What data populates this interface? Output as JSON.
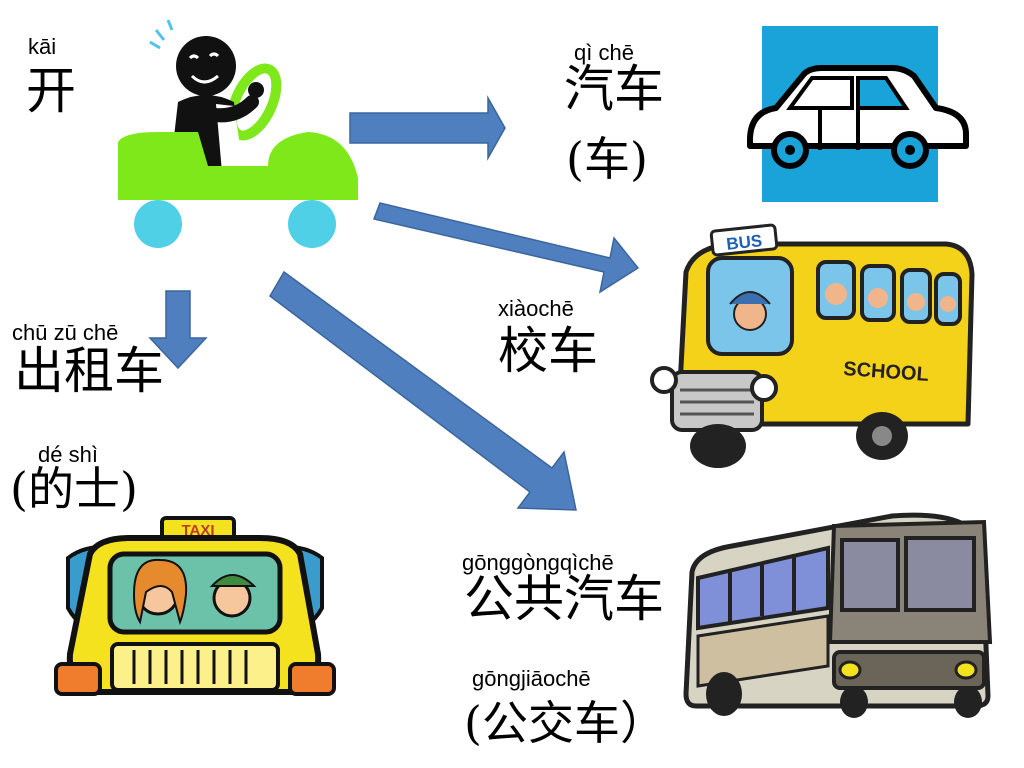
{
  "verb": {
    "pinyin": "kāi",
    "hanzi": "开"
  },
  "car": {
    "pinyin": "qì  chē",
    "hanzi": "汽车",
    "alt": "(车)"
  },
  "school_bus": {
    "pinyin": "xiàochē",
    "hanzi": "校车",
    "bus_sign": "BUS",
    "side_text": "SCHOOL"
  },
  "taxi": {
    "pinyin": "chū zū chē",
    "hanzi": "出租车",
    "alt_pinyin": "dé  shì",
    "alt": "(的士)",
    "roof_sign": "TAXI"
  },
  "public_bus": {
    "pinyin": "gōnggòngqìchē",
    "hanzi": "公共汽车",
    "alt_pinyin": "gōngjiāochē",
    "alt": "(公交车）"
  },
  "colors": {
    "arrow": "#4f7fbf",
    "arrow_stroke": "#3b659d",
    "car_bg": "#1aa3d8",
    "green_car": "#7ee81a",
    "bus_yellow": "#f5d21a",
    "taxi_yellow": "#f4e21e"
  },
  "icons": [
    "driver-icon",
    "car-icon",
    "school-bus-icon",
    "taxi-icon",
    "city-bus-icon",
    "arrow-icon"
  ]
}
